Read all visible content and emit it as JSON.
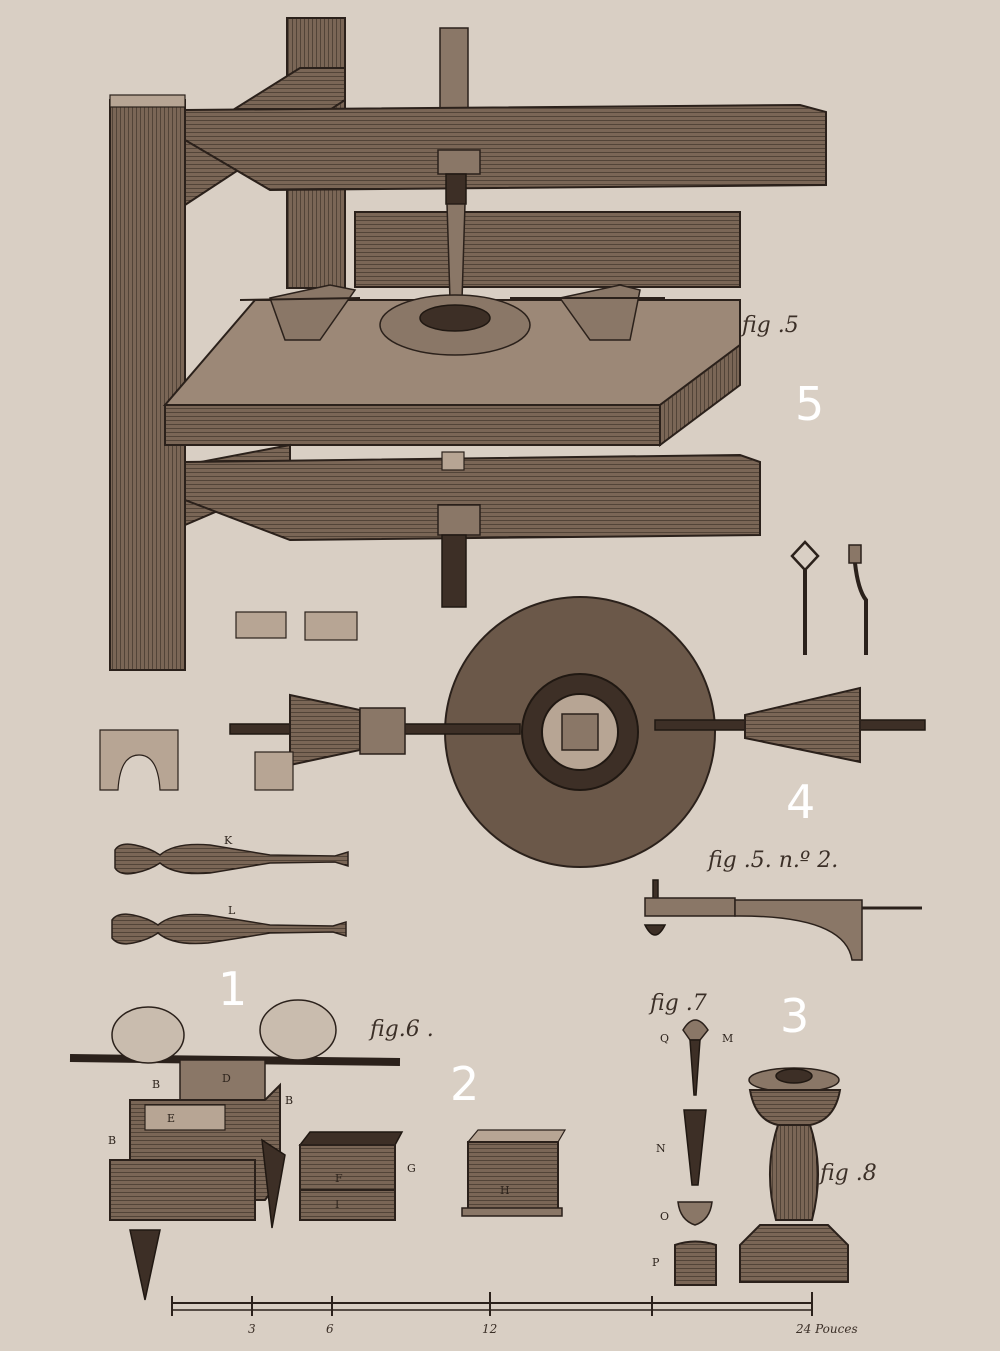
{
  "captions": {
    "fig5": "fig .5",
    "fig5no2": "fig .5.  n.º 2.",
    "fig6": "fig.6 .",
    "fig7": "fig .7",
    "fig8": "fig .8"
  },
  "numbers": [
    "1",
    "2",
    "3",
    "4",
    "5"
  ],
  "letters": {
    "K": "K",
    "L": "L",
    "B1": "B",
    "B2": "B",
    "B3": "B",
    "D": "D",
    "E": "E",
    "F": "F",
    "G": "G",
    "H": "H",
    "I": "I",
    "Q": "Q",
    "M": "M",
    "N": "N",
    "O": "O",
    "P": "P"
  },
  "scale": {
    "labels": [
      "3",
      "6",
      "12",
      "24 Pouces"
    ]
  },
  "colors": {
    "paper": "#d9cfc4",
    "ink": "#2b211b",
    "numbers": "#ffffff"
  }
}
